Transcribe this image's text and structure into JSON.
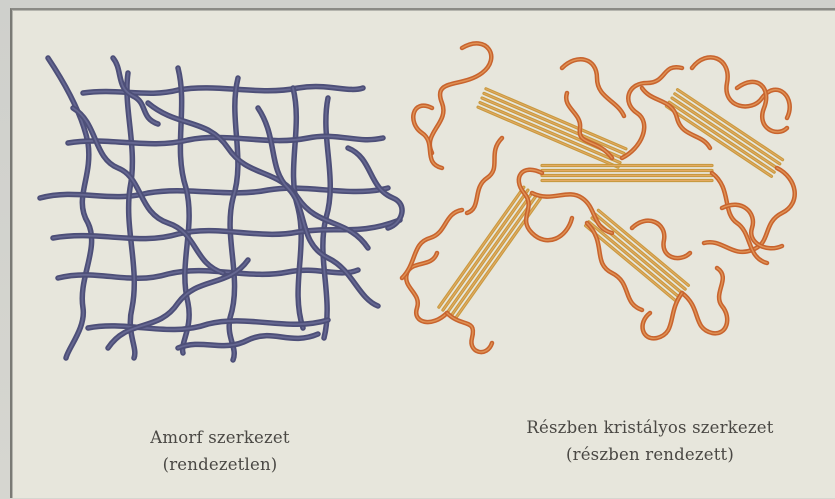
{
  "captions": {
    "amorphous": {
      "title": "Amorf szerkezet",
      "subtitle": "(rendezetlen)"
    },
    "semicrystalline": {
      "title": "Részben kristályos szerkezet",
      "subtitle": "(részben rendezett)"
    }
  },
  "colors": {
    "amorphous_chain": "#4d4f78",
    "amorphous_highlight": "#7a7ca6",
    "crystalline_chain": "#c8642e",
    "crystalline_highlight": "#f0b070",
    "crystalline_bundle": "#c89a40"
  }
}
